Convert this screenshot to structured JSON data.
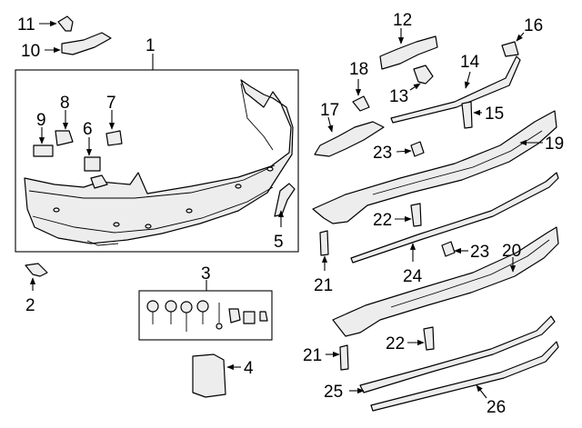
{
  "callouts": {
    "c1": "1",
    "c2": "2",
    "c3": "3",
    "c4": "4",
    "c5": "5",
    "c6": "6",
    "c7": "7",
    "c8": "8",
    "c9": "9",
    "c10": "10",
    "c11": "11",
    "c12": "12",
    "c13": "13",
    "c14": "14",
    "c15": "15",
    "c16": "16",
    "c17": "17",
    "c18": "18",
    "c19": "19",
    "c20": "20",
    "c21a": "21",
    "c21b": "21",
    "c22a": "22",
    "c22b": "22",
    "c23a": "23",
    "c23b": "23",
    "c24": "24",
    "c25": "25",
    "c26": "26"
  }
}
